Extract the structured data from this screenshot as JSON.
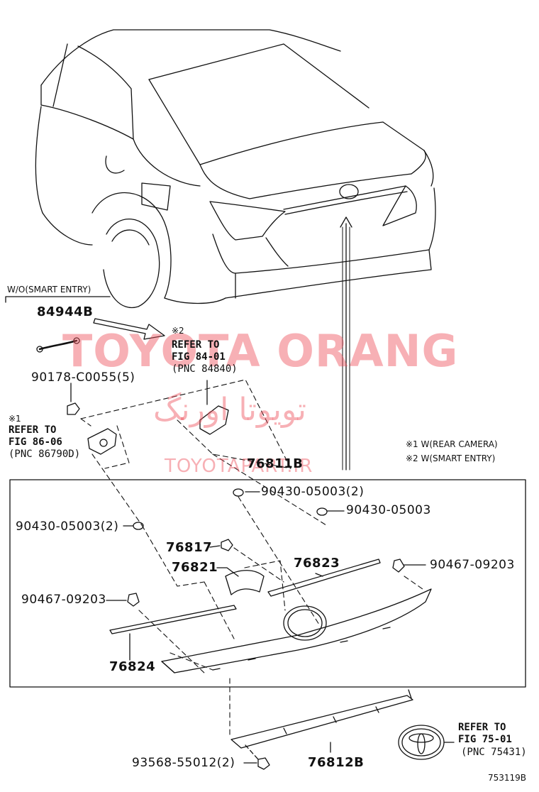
{
  "labels": {
    "wo_smart_entry": "W/O(SMART ENTRY)",
    "p84944b": "84944B",
    "p90178": "90178-C0055(5)",
    "ref1_mark": "※1",
    "ref1_a": "REFER TO",
    "ref1_b": "FIG 86-06",
    "ref1_c": "(PNC 86790D)",
    "ref2_mark": "※2",
    "ref2_a": "REFER TO",
    "ref2_b": "FIG 84-01",
    "ref2_c": "(PNC 84840)",
    "note1": "※1 W(REAR CAMERA)",
    "note2": "※2 W(SMART ENTRY)",
    "p76811b": "76811B",
    "p90430_05003_2_top": "90430-05003(2)",
    "p90430_05003": "90430-05003",
    "p90430_05003_2_left": "90430-05003(2)",
    "p76817": "76817",
    "p76821": "76821",
    "p76823": "76823",
    "p90467_right": "90467-09203",
    "p90467_left": "90467-09203",
    "p76824": "76824",
    "p93568": "93568-55012(2)",
    "p76812b": "76812B",
    "ref3_a": "REFER TO",
    "ref3_b": "FIG 75-01",
    "ref3_c": "(PNC 75431)",
    "fig_id": "753119B"
  },
  "watermark": {
    "main": "TOYOTA ORANG",
    "arabic": "تویوتا اورنگ",
    "site": "TOYOTAPART.IR",
    "color": "#ee505a"
  }
}
